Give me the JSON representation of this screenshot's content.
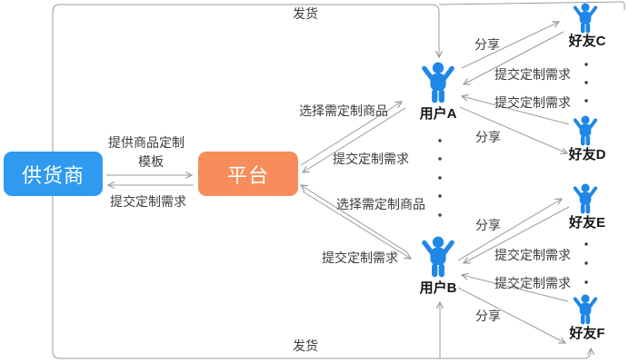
{
  "diagram": {
    "nodes": {
      "supplier": "供货商",
      "platform": "平台",
      "user_a": "用户A",
      "user_b": "用户B",
      "friend_c": "好友C",
      "friend_d": "好友D",
      "friend_e": "好友E",
      "friend_f": "好友F"
    },
    "labels": {
      "ship_top": "发货",
      "ship_bottom": "发货",
      "provide_template_line1": "提供商品定制",
      "provide_template_line2": "模板",
      "submit_to_supplier": "提交定制需求",
      "select_goods_a": "选择需定制商品",
      "submit_request_a": "提交定制需求",
      "select_goods_b": "选择需定制商品",
      "submit_request_b": "提交定制需求",
      "share_c": "分享",
      "submit_request_c": "提交定制需求",
      "submit_request_d": "提交定制需求",
      "share_d": "分享",
      "share_e": "分享",
      "submit_request_e": "提交定制需求",
      "submit_request_f": "提交定制需求",
      "share_f": "分享"
    },
    "colors": {
      "supplier_box": "#2F9AF0",
      "platform_box": "#F78D5B",
      "person_icon": "#1E87E8",
      "connector": "#9B9B9B",
      "label_text": "#3C3C3C"
    }
  }
}
